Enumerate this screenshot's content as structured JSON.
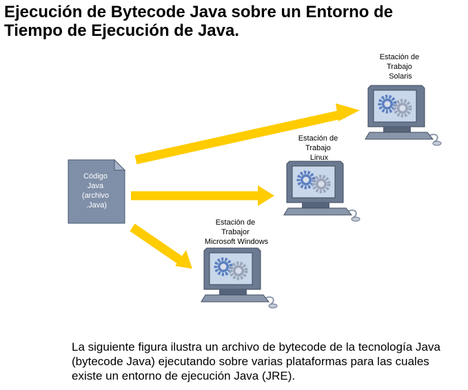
{
  "title": {
    "line1": "Ejecución de Bytecode Java sobre un Entorno de",
    "line2": "Tiempo de Ejecución de Java."
  },
  "source_file": {
    "label_lines": [
      "Código",
      "Java",
      "(archivo",
      ".Java)"
    ]
  },
  "workstations": [
    {
      "label_lines": [
        "Estación de",
        "Trabajo",
        "Solaris"
      ]
    },
    {
      "label_lines": [
        "Estación de",
        "Trabajo",
        "Linux"
      ]
    },
    {
      "label_lines": [
        "Estación de",
        "Trabajor",
        "Microsoft Windows"
      ]
    }
  ],
  "caption": "La siguiente figura ilustra un archivo de bytecode de la tecnología Java (bytecode Java) ejecutando sobre varias plataformas para las cuales existe un entorno de ejecución Java (JRE).",
  "colors": {
    "arrow": "#FFCC00",
    "document_fill": "#7F8FA8",
    "monitor_body": "#6B7A91",
    "screen_bg": "#C8D7EA",
    "gear_blue": "#5B7FC0",
    "gear_gray": "#9AA4B8"
  }
}
